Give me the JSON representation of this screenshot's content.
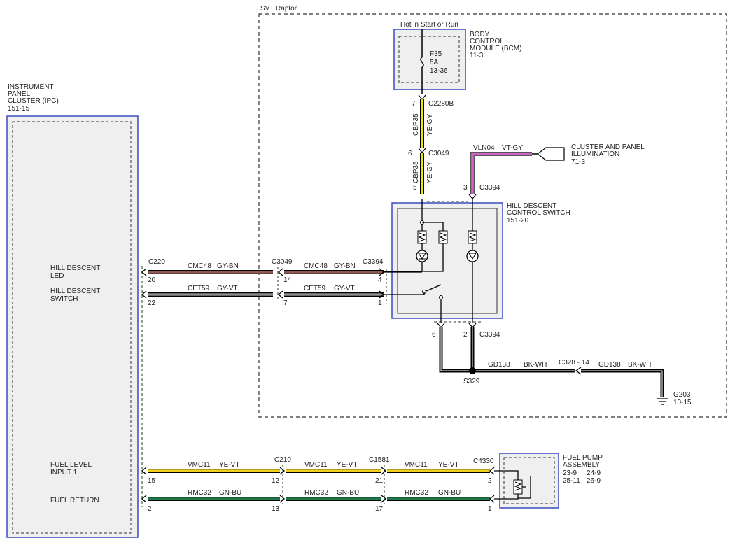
{
  "region": {
    "label": "SVT Raptor"
  },
  "power": {
    "label": "Hot in Start or Run"
  },
  "bcm": {
    "name_l1": "BODY",
    "name_l2": "CONTROL",
    "name_l3": "MODULE (BCM)",
    "ref": "11-3",
    "fuse_id": "F35",
    "fuse_amp": "5A",
    "fuse_ref": "13-36"
  },
  "ipc": {
    "name_l1": "INSTRUMENT",
    "name_l2": "PANEL",
    "name_l3": "CLUSTER (IPC)",
    "ref": "151-15",
    "pin_hd_led_l1": "HILL DESCENT",
    "pin_hd_led_l2": "LED",
    "pin_hd_sw_l1": "HILL DESCENT",
    "pin_hd_sw_l2": "SWITCH",
    "pin_fuel_level_l1": "FUEL LEVEL",
    "pin_fuel_level_l2": "INPUT 1",
    "pin_fuel_return": "FUEL RETURN"
  },
  "hdc_switch": {
    "name_l1": "HILL DESCENT",
    "name_l2": "CONTROL SWITCH",
    "ref": "151-20"
  },
  "cluster_illum": {
    "name_l1": "CLUSTER AND PANEL",
    "name_l2": "ILLUMINATION",
    "ref": "71-3"
  },
  "fuel_pump": {
    "name_l1": "FUEL PUMP",
    "name_l2": "ASSEMBLY",
    "ref_l1a": "23-9",
    "ref_l1b": "24-9",
    "ref_l2a": "25-11",
    "ref_l2b": "26-9"
  },
  "ground": {
    "name": "G203",
    "ref": "10-15"
  },
  "splice": {
    "name": "S329"
  },
  "connectors": {
    "c2280b": "C2280B",
    "c2280b_pin": "7",
    "c3049_top": "C3049",
    "c3049_top_pin_in": "6",
    "c3049_top_pin_out": "5",
    "c3394_top": "C3394",
    "c3394_top_pin": "3",
    "c3394_bot": "C3394",
    "c3394_bot_pin6": "6",
    "c3394_bot_pin2": "2",
    "c220": "C220",
    "c220_pin20": "20",
    "c220_pin22": "22",
    "c3049_mid": "C3049",
    "c3049_mid_pin14": "14",
    "c3049_mid_pin7": "7",
    "c3394_mid": "C3394",
    "c3394_mid_pin4": "4",
    "c3394_mid_pin1": "1",
    "c328": "C328 - 14",
    "c210": "C210",
    "c210_pin12": "12",
    "c210_pin13": "13",
    "c1581": "C1581",
    "c1581_pin21": "21",
    "c1581_pin17": "17",
    "c4330": "C4330",
    "c4330_pin2": "2",
    "c4330_pin1": "1",
    "ipc_pin15": "15",
    "ipc_pin2": "2"
  },
  "wires": {
    "cbp35_upper_circuit": "CBP35",
    "cbp35_upper_color": "YE-GY",
    "cbp35_lower_circuit": "CBP35",
    "cbp35_lower_color": "YE-GY",
    "vln04": "VLN04",
    "vln04_color": "VT-GY",
    "cmc48_a": "CMC48",
    "cmc48_a_color": "GY-BN",
    "cmc48_b": "CMC48",
    "cmc48_b_color": "GY-BN",
    "cet59_a": "CET59",
    "cet59_a_color": "GY-VT",
    "cet59_b": "CET59",
    "cet59_b_color": "GY-VT",
    "gd138_a": "GD138",
    "gd138_a_color": "BK-WH",
    "gd138_b": "GD138",
    "gd138_b_color": "BK-WH",
    "vmc11_a": "VMC11",
    "vmc11_a_color": "YE-VT",
    "vmc11_b": "VMC11",
    "vmc11_b_color": "YE-VT",
    "vmc11_c": "VMC11",
    "vmc11_c_color": "YE-VT",
    "rmc32_a": "RMC32",
    "rmc32_a_color": "GN-BU",
    "rmc32_b": "RMC32",
    "rmc32_b_color": "GN-BU",
    "rmc32_c": "RMC32",
    "rmc32_c_color": "GN-BU"
  },
  "colors": {
    "module_border": "#3b4cc0",
    "yellow_wire": "#f2e600",
    "violet_wire": "#cc66cc",
    "gray_brown_wire": "#8a5a52",
    "gray_wire": "#8c8c8c",
    "fuel_yellow_wire": "#f0d020",
    "green_blue_wire": "#1f7a4a",
    "module_fill": "#efefef"
  }
}
